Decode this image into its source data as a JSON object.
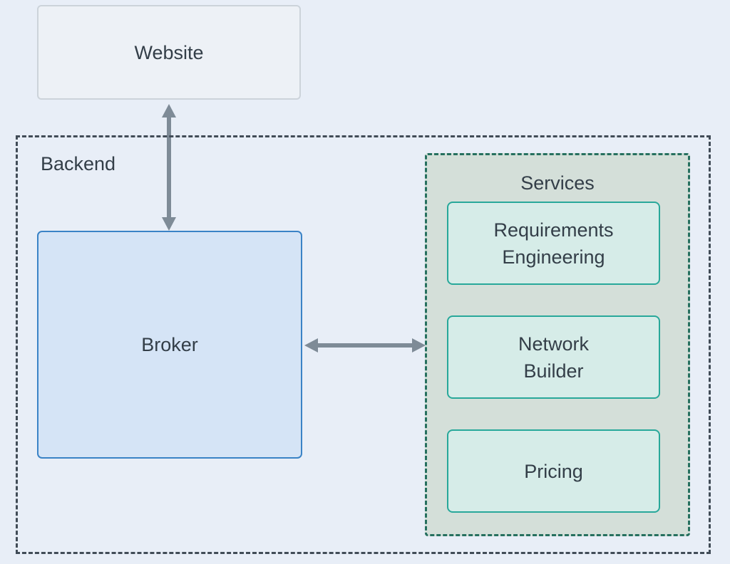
{
  "diagram": {
    "website": {
      "label": "Website"
    },
    "backend": {
      "label": "Backend"
    },
    "broker": {
      "label": "Broker"
    },
    "services": {
      "label": "Services",
      "items": [
        {
          "label": "Requirements\nEngineering"
        },
        {
          "label": "Network\nBuilder"
        },
        {
          "label": "Pricing"
        }
      ]
    },
    "arrows": [
      {
        "name": "website-broker-arrow",
        "direction": "bidirectional-vertical"
      },
      {
        "name": "broker-services-arrow",
        "direction": "bidirectional-horizontal"
      }
    ]
  },
  "colors": {
    "page-bg": "#e8eef7",
    "text": "#333e48",
    "website-fill": "#edf1f6",
    "website-border": "#ccd3da",
    "backend-border": "#414c57",
    "broker-fill": "#d5e4f6",
    "broker-border": "#3a83c6",
    "services-fill": "#d4dfd9",
    "services-border": "#26705f",
    "service-item-fill": "#d6ece8",
    "service-item-border": "#28a89a",
    "arrow": "#7e8b97"
  }
}
